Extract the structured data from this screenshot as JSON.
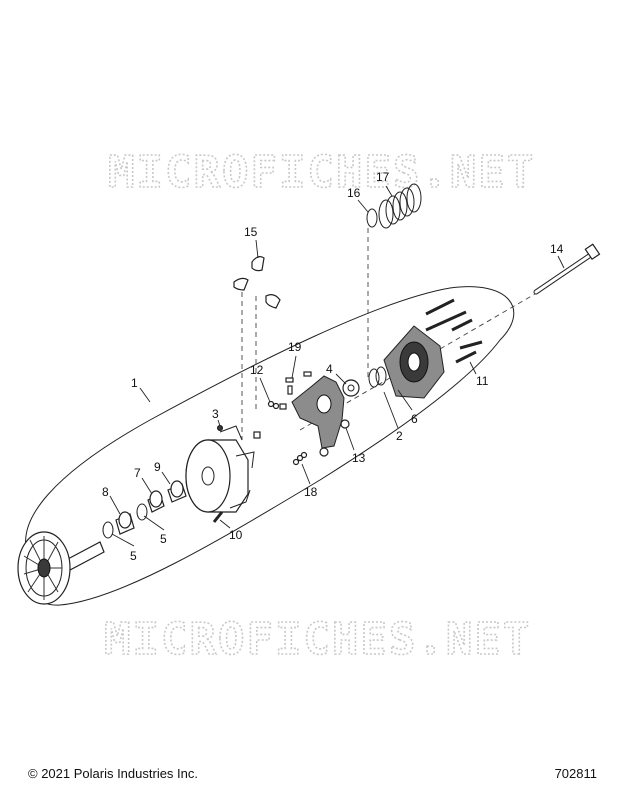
{
  "watermark": "MICROFICHES.NET",
  "callouts": [
    "1",
    "2",
    "3",
    "4",
    "5",
    "5",
    "6",
    "7",
    "8",
    "9",
    "10",
    "11",
    "12",
    "13",
    "14",
    "15",
    "16",
    "17",
    "18",
    "19"
  ],
  "footer": {
    "copyright": "© 2021 Polaris Industries Inc.",
    "diagram_number": "702811"
  }
}
